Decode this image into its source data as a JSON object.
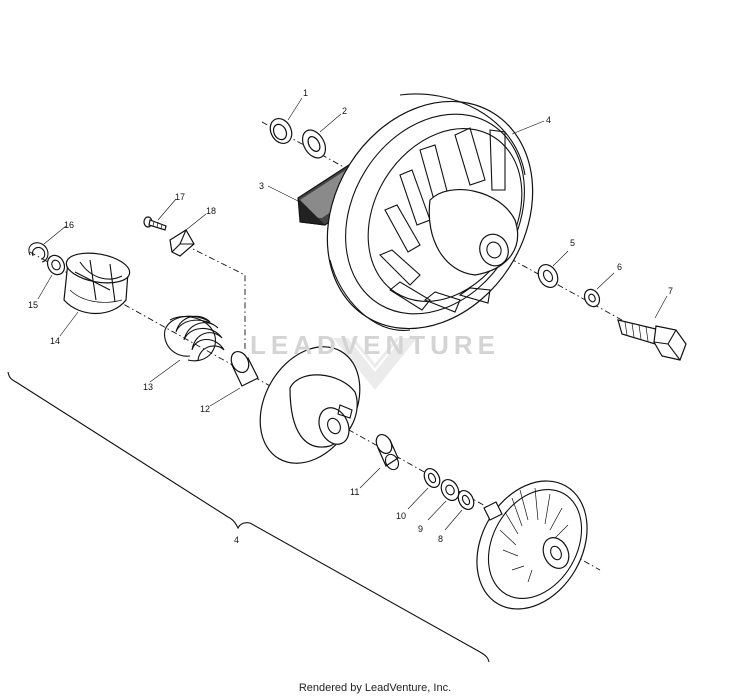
{
  "callouts": {
    "c1": "1",
    "c2": "2",
    "c3": "3",
    "c4": "4",
    "c5": "5",
    "c6": "6",
    "c7": "7",
    "c8": "8",
    "c9": "9",
    "c10": "10",
    "c11": "11",
    "c12": "12",
    "c13": "13",
    "c14": "14",
    "c15": "15",
    "c16": "16",
    "c17": "17",
    "c18": "18",
    "c4_assembly": "4"
  },
  "watermark": {
    "text": "LEADVENTURE",
    "logo": "leadventure-logo-icon"
  },
  "footer": {
    "credit": "Rendered by LeadVenture, Inc."
  },
  "colors": {
    "ink": "#111111",
    "watermark": "#d4d4d4",
    "background": "#ffffff"
  }
}
